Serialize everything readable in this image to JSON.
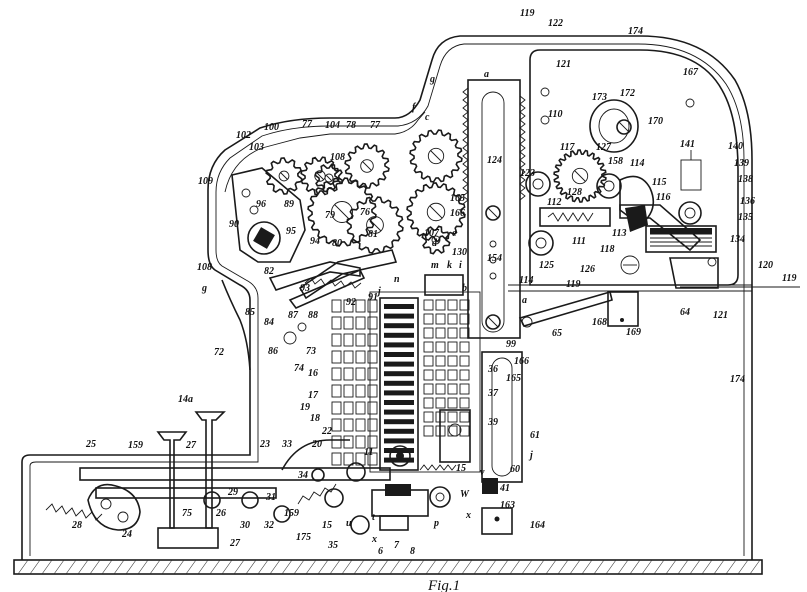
{
  "figure": {
    "caption": "Fig.1",
    "line_color": "#1a1a1a",
    "background": "#ffffff"
  },
  "labels": [
    {
      "id": "lbl-119-top",
      "text": "119"
    },
    {
      "id": "lbl-122",
      "text": "122"
    },
    {
      "id": "lbl-174-top",
      "text": "174"
    },
    {
      "id": "lbl-167",
      "text": "167"
    },
    {
      "id": "lbl-a-top",
      "text": "a"
    },
    {
      "id": "lbl-121-top",
      "text": "121"
    },
    {
      "id": "lbl-g-top",
      "text": "g"
    },
    {
      "id": "lbl-f",
      "text": "f"
    },
    {
      "id": "lbl-c",
      "text": "c"
    },
    {
      "id": "lbl-110",
      "text": "110"
    },
    {
      "id": "lbl-173",
      "text": "173"
    },
    {
      "id": "lbl-172",
      "text": "172"
    },
    {
      "id": "lbl-170",
      "text": "170"
    },
    {
      "id": "lbl-100",
      "text": "100"
    },
    {
      "id": "lbl-77",
      "text": "77"
    },
    {
      "id": "lbl-104",
      "text": "104"
    },
    {
      "id": "lbl-78",
      "text": "78"
    },
    {
      "id": "lbl-77b",
      "text": "77"
    },
    {
      "id": "lbl-102",
      "text": "102"
    },
    {
      "id": "lbl-103",
      "text": "103"
    },
    {
      "id": "lbl-108-top",
      "text": "108"
    },
    {
      "id": "lbl-109",
      "text": "109"
    },
    {
      "id": "lbl-117",
      "text": "117"
    },
    {
      "id": "lbl-127",
      "text": "127"
    },
    {
      "id": "lbl-141",
      "text": "141"
    },
    {
      "id": "lbl-140",
      "text": "140"
    },
    {
      "id": "lbl-124",
      "text": "124"
    },
    {
      "id": "lbl-158",
      "text": "158"
    },
    {
      "id": "lbl-114",
      "text": "114"
    },
    {
      "id": "lbl-139",
      "text": "139"
    },
    {
      "id": "lbl-138",
      "text": "138"
    },
    {
      "id": "lbl-115",
      "text": "115"
    },
    {
      "id": "lbl-116",
      "text": "116"
    },
    {
      "id": "lbl-136",
      "text": "136"
    },
    {
      "id": "lbl-135",
      "text": "135"
    },
    {
      "id": "lbl-134",
      "text": "134"
    },
    {
      "id": "lbl-123",
      "text": "123"
    },
    {
      "id": "lbl-128",
      "text": "128"
    },
    {
      "id": "lbl-165",
      "text": "165"
    },
    {
      "id": "lbl-166",
      "text": "166"
    },
    {
      "id": "lbl-112",
      "text": "112"
    },
    {
      "id": "lbl-113",
      "text": "113"
    },
    {
      "id": "lbl-111",
      "text": "111"
    },
    {
      "id": "lbl-118",
      "text": "118"
    },
    {
      "id": "lbl-125",
      "text": "125"
    },
    {
      "id": "lbl-126",
      "text": "126"
    },
    {
      "id": "lbl-e",
      "text": "e"
    },
    {
      "id": "lbl-96",
      "text": "96"
    },
    {
      "id": "lbl-89",
      "text": "89"
    },
    {
      "id": "lbl-79",
      "text": "79"
    },
    {
      "id": "lbl-76",
      "text": "76"
    },
    {
      "id": "lbl-107",
      "text": "107"
    },
    {
      "id": "lbl-90",
      "text": "90"
    },
    {
      "id": "lbl-95",
      "text": "95"
    },
    {
      "id": "lbl-94",
      "text": "94"
    },
    {
      "id": "lbl-80",
      "text": "80"
    },
    {
      "id": "lbl-81",
      "text": "81"
    },
    {
      "id": "lbl-d",
      "text": "d"
    },
    {
      "id": "lbl-130",
      "text": "130"
    },
    {
      "id": "lbl-154",
      "text": "154"
    },
    {
      "id": "lbl-m",
      "text": "m"
    },
    {
      "id": "lbl-k",
      "text": "k"
    },
    {
      "id": "lbl-i",
      "text": "i"
    },
    {
      "id": "lbl-108",
      "text": "108"
    },
    {
      "id": "lbl-g",
      "text": "g"
    },
    {
      "id": "lbl-82",
      "text": "82"
    },
    {
      "id": "lbl-93",
      "text": "93"
    },
    {
      "id": "lbl-n",
      "text": "n"
    },
    {
      "id": "lbl-j",
      "text": "j"
    },
    {
      "id": "lbl-b",
      "text": "b"
    },
    {
      "id": "lbl-114b",
      "text": "114"
    },
    {
      "id": "lbl-119",
      "text": "119"
    },
    {
      "id": "lbl-64",
      "text": "64"
    },
    {
      "id": "lbl-120",
      "text": "120"
    },
    {
      "id": "lbl-119-right",
      "text": "119"
    },
    {
      "id": "lbl-121",
      "text": "121"
    },
    {
      "id": "lbl-85",
      "text": "85"
    },
    {
      "id": "lbl-84",
      "text": "84"
    },
    {
      "id": "lbl-87",
      "text": "87"
    },
    {
      "id": "lbl-88",
      "text": "88"
    },
    {
      "id": "lbl-92",
      "text": "92"
    },
    {
      "id": "lbl-91",
      "text": "91"
    },
    {
      "id": "lbl-a-mid",
      "text": "a"
    },
    {
      "id": "lbl-168",
      "text": "168"
    },
    {
      "id": "lbl-169",
      "text": "169"
    },
    {
      "id": "lbl-65",
      "text": "65"
    },
    {
      "id": "lbl-99",
      "text": "99"
    },
    {
      "id": "lbl-72",
      "text": "72"
    },
    {
      "id": "lbl-86",
      "text": "86"
    },
    {
      "id": "lbl-73",
      "text": "73"
    },
    {
      "id": "lbl-166b",
      "text": "166"
    },
    {
      "id": "lbl-165b",
      "text": "165"
    },
    {
      "id": "lbl-174",
      "text": "174"
    },
    {
      "id": "lbl-74",
      "text": "74"
    },
    {
      "id": "lbl-16",
      "text": "16"
    },
    {
      "id": "lbl-36",
      "text": "36"
    },
    {
      "id": "lbl-17",
      "text": "17"
    },
    {
      "id": "lbl-37",
      "text": "37"
    },
    {
      "id": "lbl-14a",
      "text": "14a"
    },
    {
      "id": "lbl-19",
      "text": "19"
    },
    {
      "id": "lbl-18",
      "text": "18"
    },
    {
      "id": "lbl-22",
      "text": "22"
    },
    {
      "id": "lbl-39",
      "text": "39"
    },
    {
      "id": "lbl-61",
      "text": "61"
    },
    {
      "id": "lbl-j-low",
      "text": "j"
    },
    {
      "id": "lbl-25",
      "text": "25"
    },
    {
      "id": "lbl-159",
      "text": "159"
    },
    {
      "id": "lbl-27",
      "text": "27"
    },
    {
      "id": "lbl-23",
      "text": "23"
    },
    {
      "id": "lbl-33",
      "text": "33"
    },
    {
      "id": "lbl-20",
      "text": "20"
    },
    {
      "id": "lbl-v",
      "text": "v"
    },
    {
      "id": "lbl-60",
      "text": "60"
    },
    {
      "id": "lbl-11",
      "text": "11"
    },
    {
      "id": "lbl-15",
      "text": "15"
    },
    {
      "id": "lbl-41",
      "text": "41"
    },
    {
      "id": "lbl-34",
      "text": "34"
    },
    {
      "id": "lbl-29",
      "text": "29"
    },
    {
      "id": "lbl-31",
      "text": "31"
    },
    {
      "id": "lbl-w",
      "text": "W"
    },
    {
      "id": "lbl-28",
      "text": "28"
    },
    {
      "id": "lbl-24",
      "text": "24"
    },
    {
      "id": "lbl-75",
      "text": "75"
    },
    {
      "id": "lbl-26",
      "text": "26"
    },
    {
      "id": "lbl-30",
      "text": "30"
    },
    {
      "id": "lbl-32",
      "text": "32"
    },
    {
      "id": "lbl-159b",
      "text": "159"
    },
    {
      "id": "lbl-175",
      "text": "175"
    },
    {
      "id": "lbl-15b",
      "text": "15"
    },
    {
      "id": "lbl-u",
      "text": "u"
    },
    {
      "id": "lbl-x",
      "text": "x"
    },
    {
      "id": "lbl-t",
      "text": "t"
    },
    {
      "id": "lbl-p",
      "text": "p"
    },
    {
      "id": "lbl-163",
      "text": "163"
    },
    {
      "id": "lbl-164",
      "text": "164"
    },
    {
      "id": "lbl-27b",
      "text": "27"
    },
    {
      "id": "lbl-35",
      "text": "35"
    },
    {
      "id": "lbl-x2",
      "text": "x"
    },
    {
      "id": "lbl-6",
      "text": "6"
    },
    {
      "id": "lbl-8",
      "text": "8"
    },
    {
      "id": "lbl-7",
      "text": "7"
    }
  ]
}
